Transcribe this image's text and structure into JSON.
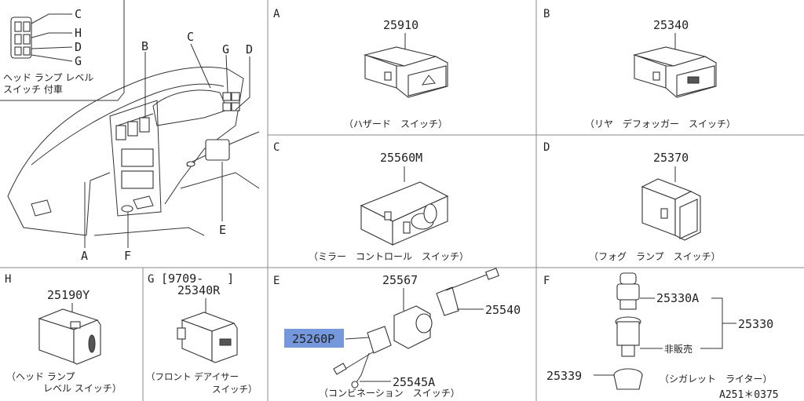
{
  "overview": {
    "callouts": [
      "B",
      "C",
      "G",
      "D",
      "E",
      "A",
      "F"
    ],
    "headlamp_legend": [
      "C",
      "H",
      "D",
      "G"
    ],
    "headlamp_note_line1": "ヘッド ランプ レベル",
    "headlamp_note_line2": "スイッチ 付車"
  },
  "panels": {
    "A": {
      "letter": "A",
      "part_no": "25910",
      "caption": "（ハザード　スイッチ）"
    },
    "B": {
      "letter": "B",
      "part_no": "25340",
      "caption": "（リヤ　デフォッガー　スイッチ）"
    },
    "C": {
      "letter": "C",
      "part_no": "25560M",
      "caption": "（ミラー　コントロール　スイッチ）"
    },
    "D": {
      "letter": "D",
      "part_no": "25370",
      "caption": "（フォグ　ランプ　スイッチ）"
    },
    "E": {
      "letter": "E",
      "parts": [
        "25567",
        "25540",
        "25260P",
        "25545A"
      ],
      "caption": "（コンビネーション　スイッチ）",
      "highlighted_part": "25260P"
    },
    "F": {
      "letter": "F",
      "parts": [
        "25330A",
        "25330",
        "25339"
      ],
      "not_for_sale": "非販売",
      "caption": "（シガレット　ライター）",
      "ref_code": "A251＊0375"
    },
    "H": {
      "letter": "H",
      "part_no": "25190Y",
      "caption_line1": "（ヘッド ランプ",
      "caption_line2": "レベル スイッチ）"
    },
    "G": {
      "letter": "G",
      "date_range": "[9709-　　]",
      "part_no": "25340R",
      "caption_line1": "（フロント デアイサー",
      "caption_line2": "スイッチ）"
    }
  },
  "colors": {
    "highlight": "#5d86d6",
    "lines": "#333333"
  }
}
